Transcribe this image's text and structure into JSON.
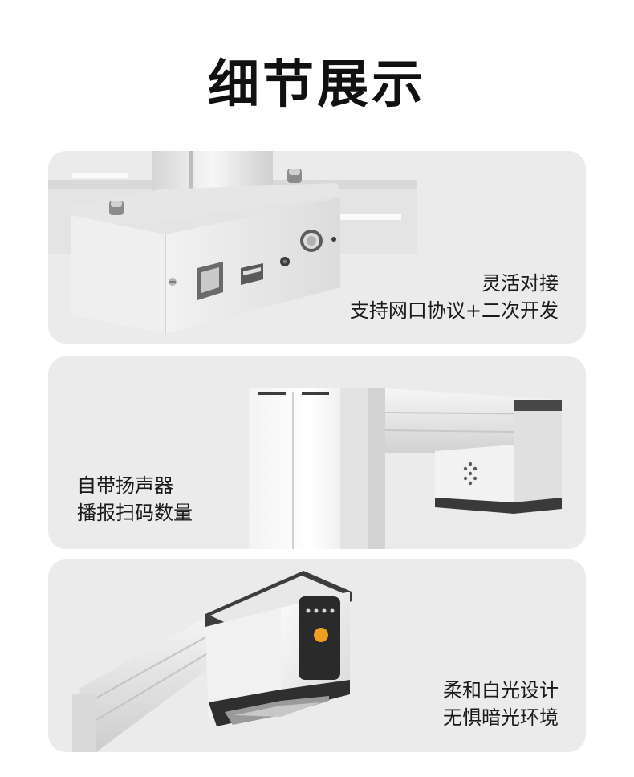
{
  "page": {
    "title": "细节展示"
  },
  "sections": [
    {
      "image": "usb-ethernet-port-panel",
      "lines": [
        "灵活对接",
        "支持网口协议+二次开发"
      ]
    },
    {
      "image": "speaker-grille-arm",
      "lines": [
        "自带扬声器",
        "播报扫码数量"
      ]
    },
    {
      "image": "scanner-head-with-indicator-lights",
      "lines": [
        "柔和白光设计",
        "无惧暗光环境"
      ]
    }
  ]
}
